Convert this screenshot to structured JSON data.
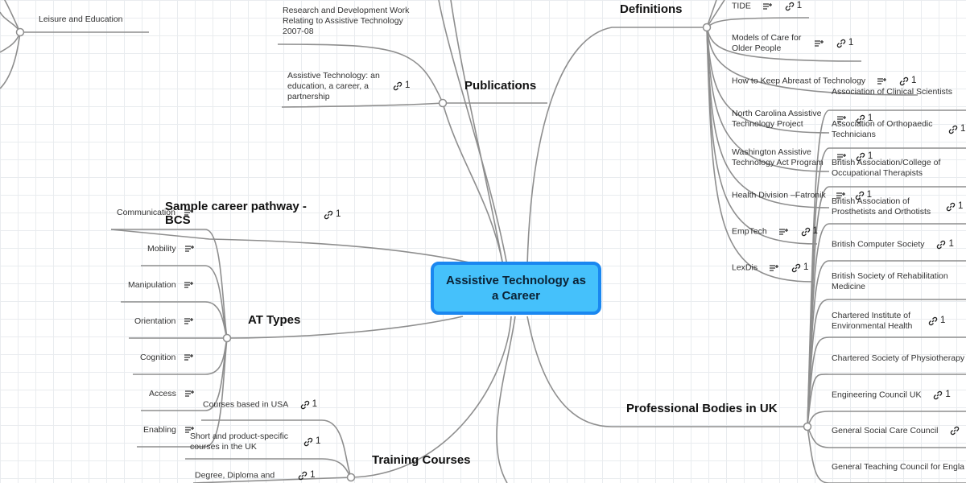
{
  "root": "Assistive Technology as a Career",
  "topics": {
    "definitions": "Definitions",
    "publications": "Publications",
    "career_pathway": "Sample career pathway - BCS",
    "at_types": "AT Types",
    "training": "Training Courses",
    "bodies": "Professional Bodies in UK"
  },
  "top_left": {
    "leisure": "Leisure and Education"
  },
  "publications": [
    {
      "label": "Research and Development Work Relating to Assistive Technology 2007-08"
    },
    {
      "label": "Assistive Technology: an education, a career, a partnership",
      "links": "1"
    }
  ],
  "career_pathway_links": "1",
  "definitions": [
    {
      "label": "TIDE",
      "links": "1"
    },
    {
      "label": "Models of Care for Older People",
      "links": "1"
    },
    {
      "label": "How to Keep Abreast of Technology",
      "links": "1"
    },
    {
      "label": "North Carolina Assistive Technology Project",
      "links": "1"
    },
    {
      "label": "Washington Assistive Technology Act Program",
      "links": "1"
    },
    {
      "label": "Health Division –Fatronik",
      "links": "1"
    },
    {
      "label": "EmpTech",
      "links": "1"
    },
    {
      "label": "LexDis",
      "links": "1"
    }
  ],
  "at_types": [
    "Communication",
    "Mobility",
    "Manipulation",
    "Orientation",
    "Cognition",
    "Access",
    "Enabling"
  ],
  "training": [
    {
      "label": "Courses based in USA",
      "links": "1"
    },
    {
      "label": "Short and product-specific courses in the UK",
      "links": "1"
    },
    {
      "label": "Degree, Diploma and",
      "links": "1"
    }
  ],
  "bodies": [
    {
      "label": "Association of Clinical Scientists"
    },
    {
      "label": "Association of Orthopaedic Technicians",
      "links": "1"
    },
    {
      "label": "British Association/College of Occupational Therapists"
    },
    {
      "label": "British Association of Prosthetists and Orthotists",
      "links": "1"
    },
    {
      "label": "British Computer Society",
      "links": "1"
    },
    {
      "label": "British Society of Rehabilitation Medicine"
    },
    {
      "label": "Chartered Institute of Environmental Health",
      "links": "1"
    },
    {
      "label": "Chartered Society of Physiotherapy"
    },
    {
      "label": "Engineering Council UK",
      "links": "1"
    },
    {
      "label": "General Social Care Council"
    },
    {
      "label": "General Teaching Council for Engla"
    }
  ],
  "colors": {
    "root_fill": "#45c1fb",
    "root_border": "#1a87f0",
    "edge": "#888888"
  }
}
